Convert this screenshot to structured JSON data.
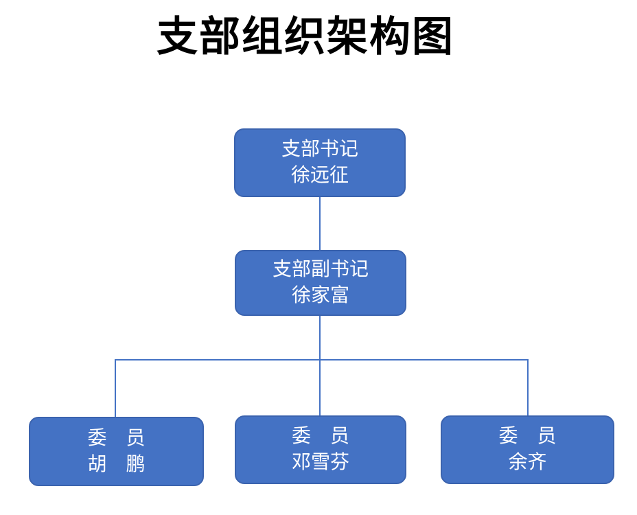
{
  "page": {
    "title": "支部组织架构图"
  },
  "colors": {
    "page_bg": "#FFFFFF",
    "node_fill": "#4472C4",
    "node_border": "#3B63AE",
    "node_text": "#FFFFFF",
    "connector": "#4472C4",
    "title_text": "#000000"
  },
  "org_chart": {
    "type": "org-tree",
    "levels": 3,
    "nodes": [
      {
        "id": "branch-secretary",
        "level": 1,
        "role": "支部书记",
        "name": "徐远征"
      },
      {
        "id": "deputy-branch-secretary",
        "level": 2,
        "role": "支部副书记",
        "name": "徐家富"
      },
      {
        "id": "committee-member-1",
        "level": 3,
        "role": "委　员",
        "name": "胡　鹏"
      },
      {
        "id": "committee-member-2",
        "level": 3,
        "role": "委　员",
        "name": "邓雪芬"
      },
      {
        "id": "committee-member-3",
        "level": 3,
        "role": "委　员",
        "name": "余齐"
      }
    ],
    "edges": [
      {
        "from": "branch-secretary",
        "to": "deputy-branch-secretary"
      },
      {
        "from": "deputy-branch-secretary",
        "to": "committee-member-1"
      },
      {
        "from": "deputy-branch-secretary",
        "to": "committee-member-2"
      },
      {
        "from": "deputy-branch-secretary",
        "to": "committee-member-3"
      }
    ]
  }
}
